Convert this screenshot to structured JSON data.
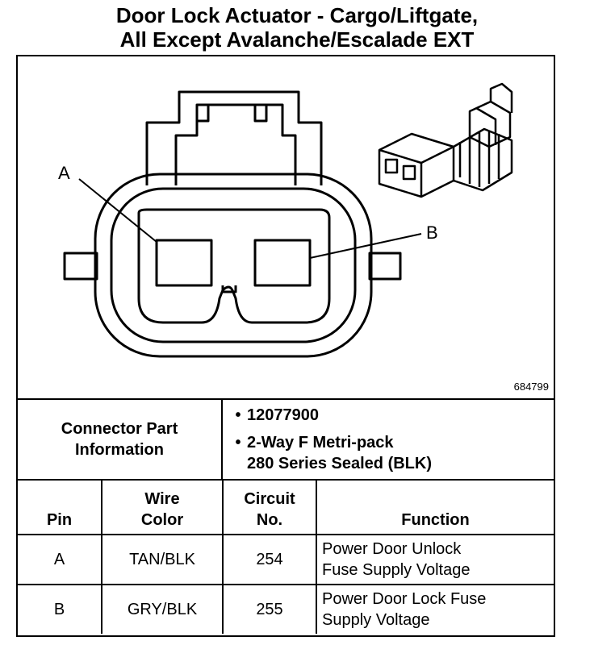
{
  "title": {
    "line1": "Door Lock Actuator - Cargo/Liftgate,",
    "line2": "All Except Avalanche/Escalade EXT"
  },
  "diagram": {
    "pin_a_label": "A",
    "pin_b_label": "B",
    "figure_number": "684799"
  },
  "connector_info": {
    "label_line1": "Connector Part",
    "label_line2": "Information",
    "bullet": "•",
    "part_number": "12077900",
    "description_line1": "2-Way F Metri-pack",
    "description_line2": "280 Series Sealed (BLK)"
  },
  "table": {
    "headers": {
      "pin": "Pin",
      "wire_color_1": "Wire",
      "wire_color_2": "Color",
      "circuit_1": "Circuit",
      "circuit_2": "No.",
      "function": "Function"
    },
    "rows": [
      {
        "pin": "A",
        "wire_color": "TAN/BLK",
        "circuit": "254",
        "function_1": "Power Door Unlock",
        "function_2": "Fuse Supply Voltage"
      },
      {
        "pin": "B",
        "wire_color": "GRY/BLK",
        "circuit": "255",
        "function_1": "Power Door Lock Fuse",
        "function_2": "Supply Voltage"
      }
    ]
  }
}
